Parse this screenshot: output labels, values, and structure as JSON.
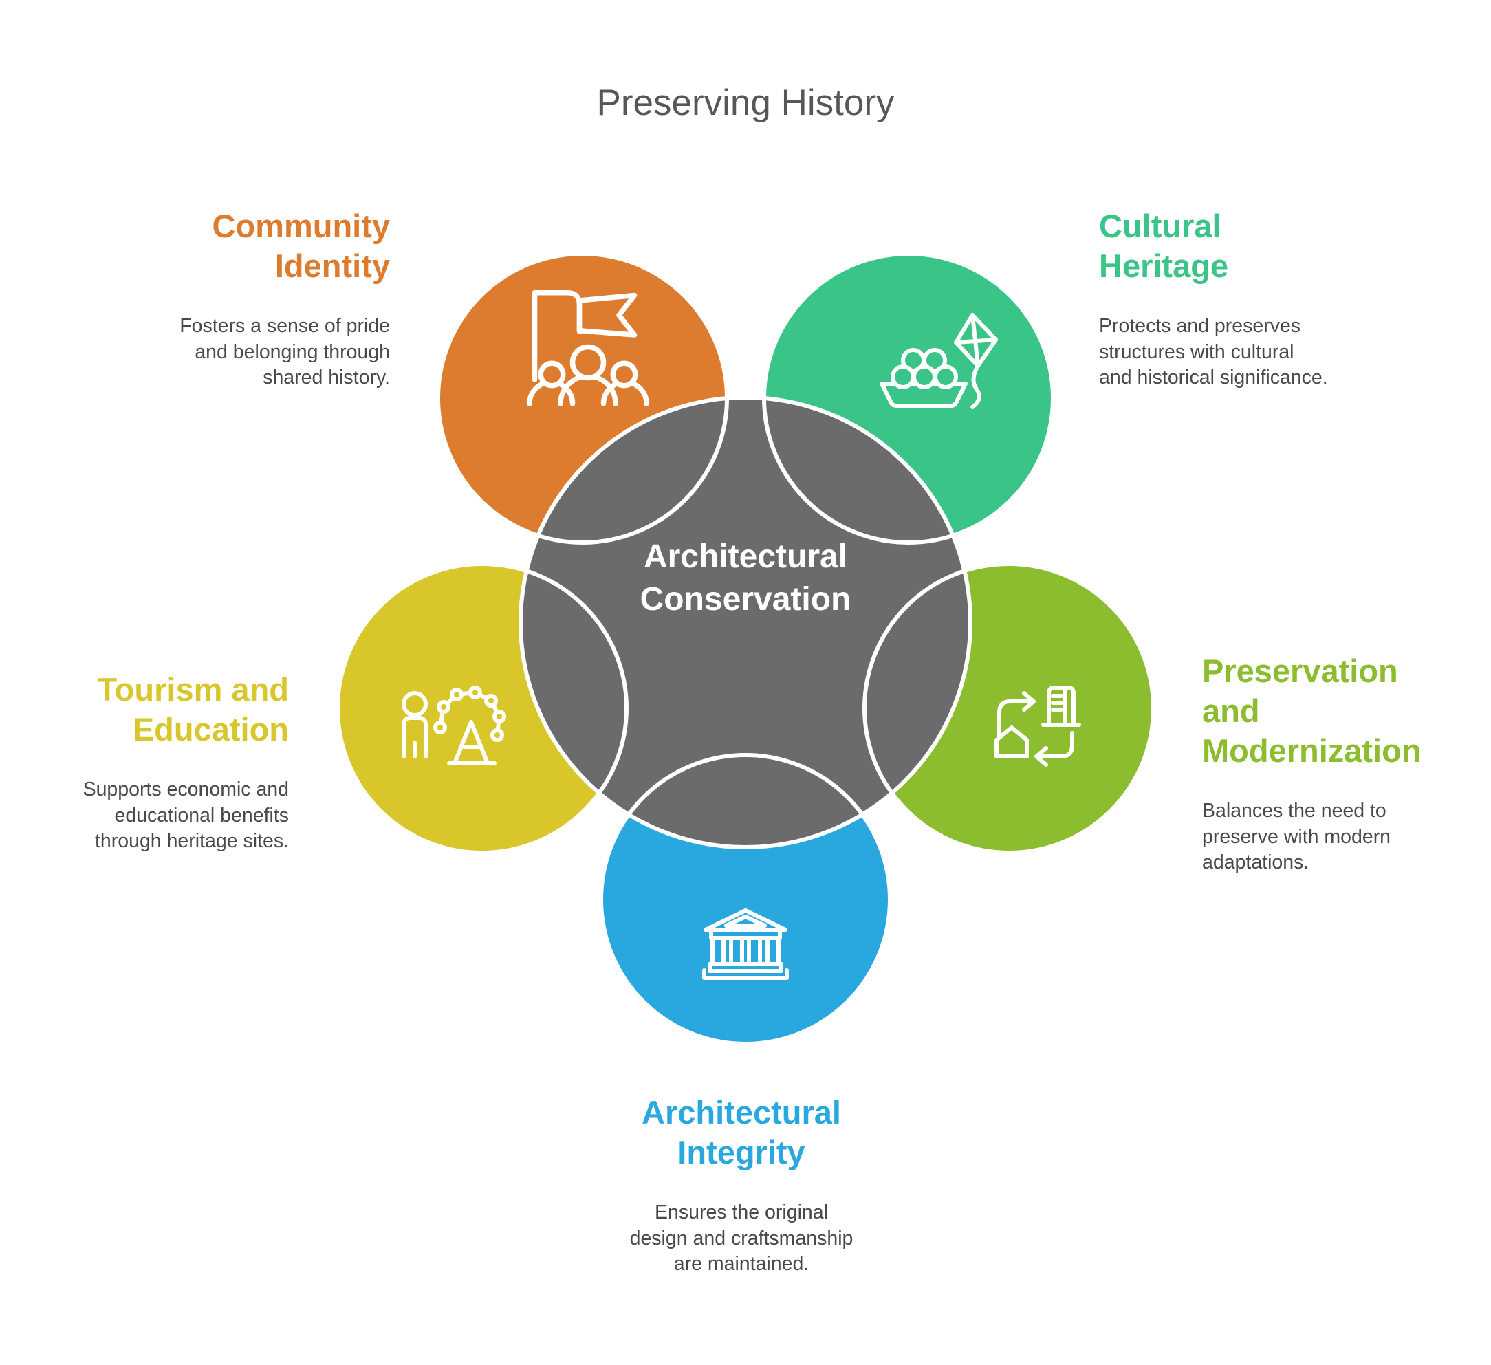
{
  "title": {
    "text": "Preserving History"
  },
  "colors": {
    "background": "#FFFFFF",
    "title": "#575757",
    "description": "#484A47",
    "stroke": "#FFFFFF"
  },
  "center": {
    "lines": [
      "Architectural",
      "Conservation"
    ],
    "color": "#6B6B6B",
    "text_color": "#FFFFFF"
  },
  "petals": [
    {
      "name": "Community Identity",
      "color": "#DD7B2E",
      "icon": "flag-people-icon",
      "heading_lines": [
        "Community",
        "Identity"
      ],
      "description_lines": [
        "Fosters a sense of pride",
        "and belonging through",
        "shared history."
      ]
    },
    {
      "name": "Cultural Heritage",
      "color": "#3BC487",
      "icon": "sweets-kite-icon",
      "heading_lines": [
        "Cultural",
        "Heritage"
      ],
      "description_lines": [
        "Protects and preserves",
        "structures with cultural",
        "and historical significance."
      ]
    },
    {
      "name": "Tourism and Education",
      "color": "#D8C62A",
      "icon": "person-ferris-wheel-icon",
      "heading_lines": [
        "Tourism and",
        "Education"
      ],
      "description_lines": [
        "Supports economic and",
        "educational benefits",
        "through heritage sites."
      ]
    },
    {
      "name": "Preservation and Modernization",
      "color": "#8BBD2F",
      "icon": "building-house-cycle-icon",
      "heading_lines": [
        "Preservation",
        "and",
        "Modernization"
      ],
      "description_lines": [
        "Balances the need to",
        "preserve with modern",
        "adaptations."
      ]
    },
    {
      "name": "Architectural Integrity",
      "color": "#29A8DF",
      "icon": "bank-building-icon",
      "heading_lines": [
        "Architectural",
        "Integrity"
      ],
      "description_lines": [
        "Ensures the original",
        "design and craftsmanship",
        "are maintained."
      ]
    }
  ]
}
